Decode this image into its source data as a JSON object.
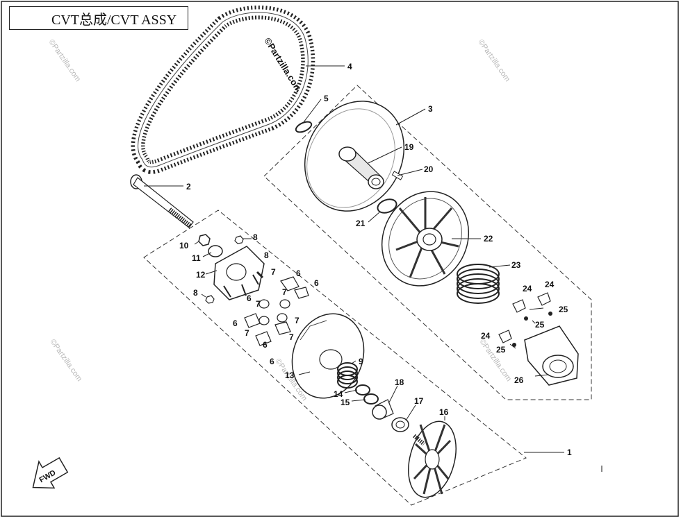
{
  "title": "CVT总成/CVT ASSY",
  "watermark": "©Partzilla.com",
  "fwd_label": "FWD",
  "callouts": [
    "1",
    "2",
    "3",
    "4",
    "5",
    "6",
    "7",
    "8",
    "9",
    "10",
    "11",
    "12",
    "13",
    "14",
    "15",
    "16",
    "17",
    "18",
    "19",
    "20",
    "21",
    "22",
    "23",
    "24",
    "25",
    "26"
  ]
}
